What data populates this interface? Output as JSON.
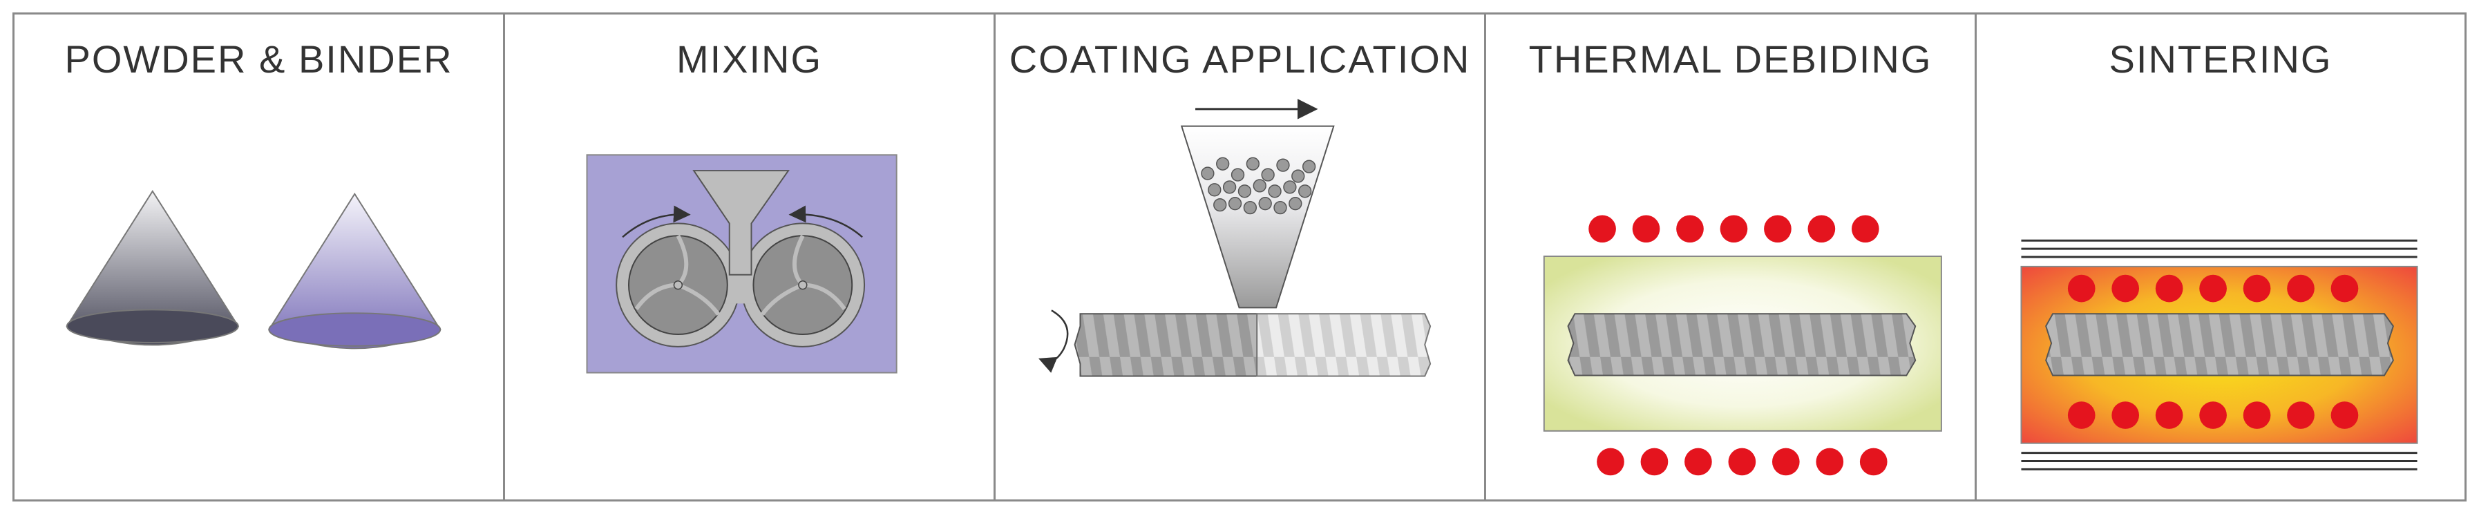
{
  "stages": [
    {
      "title": "POWDER & BINDER"
    },
    {
      "title": "MIXING"
    },
    {
      "title": "COATING APPLICATION"
    },
    {
      "title": "THERMAL DEBIDING"
    },
    {
      "title": "SINTERING"
    }
  ],
  "colors": {
    "border": "#8a8a8a",
    "powder_dark": "#4a4a5a",
    "binder_purple": "#7a6fb8",
    "mixer_bg": "#a7a1d4",
    "gray_part": "#9a9a9a",
    "heat_dot": "#e4141e",
    "debind_bg": "#e3ebb0",
    "sinter_hot": "#f5d11a",
    "sinter_edge": "#ef5a3a"
  },
  "icons": [
    "powder-cone-icon",
    "binder-cone-icon",
    "twin-screw-mixer-icon",
    "coating-hopper-icon",
    "rotation-arrow-icon",
    "threaded-rod-icon",
    "heat-dot-icon"
  ]
}
